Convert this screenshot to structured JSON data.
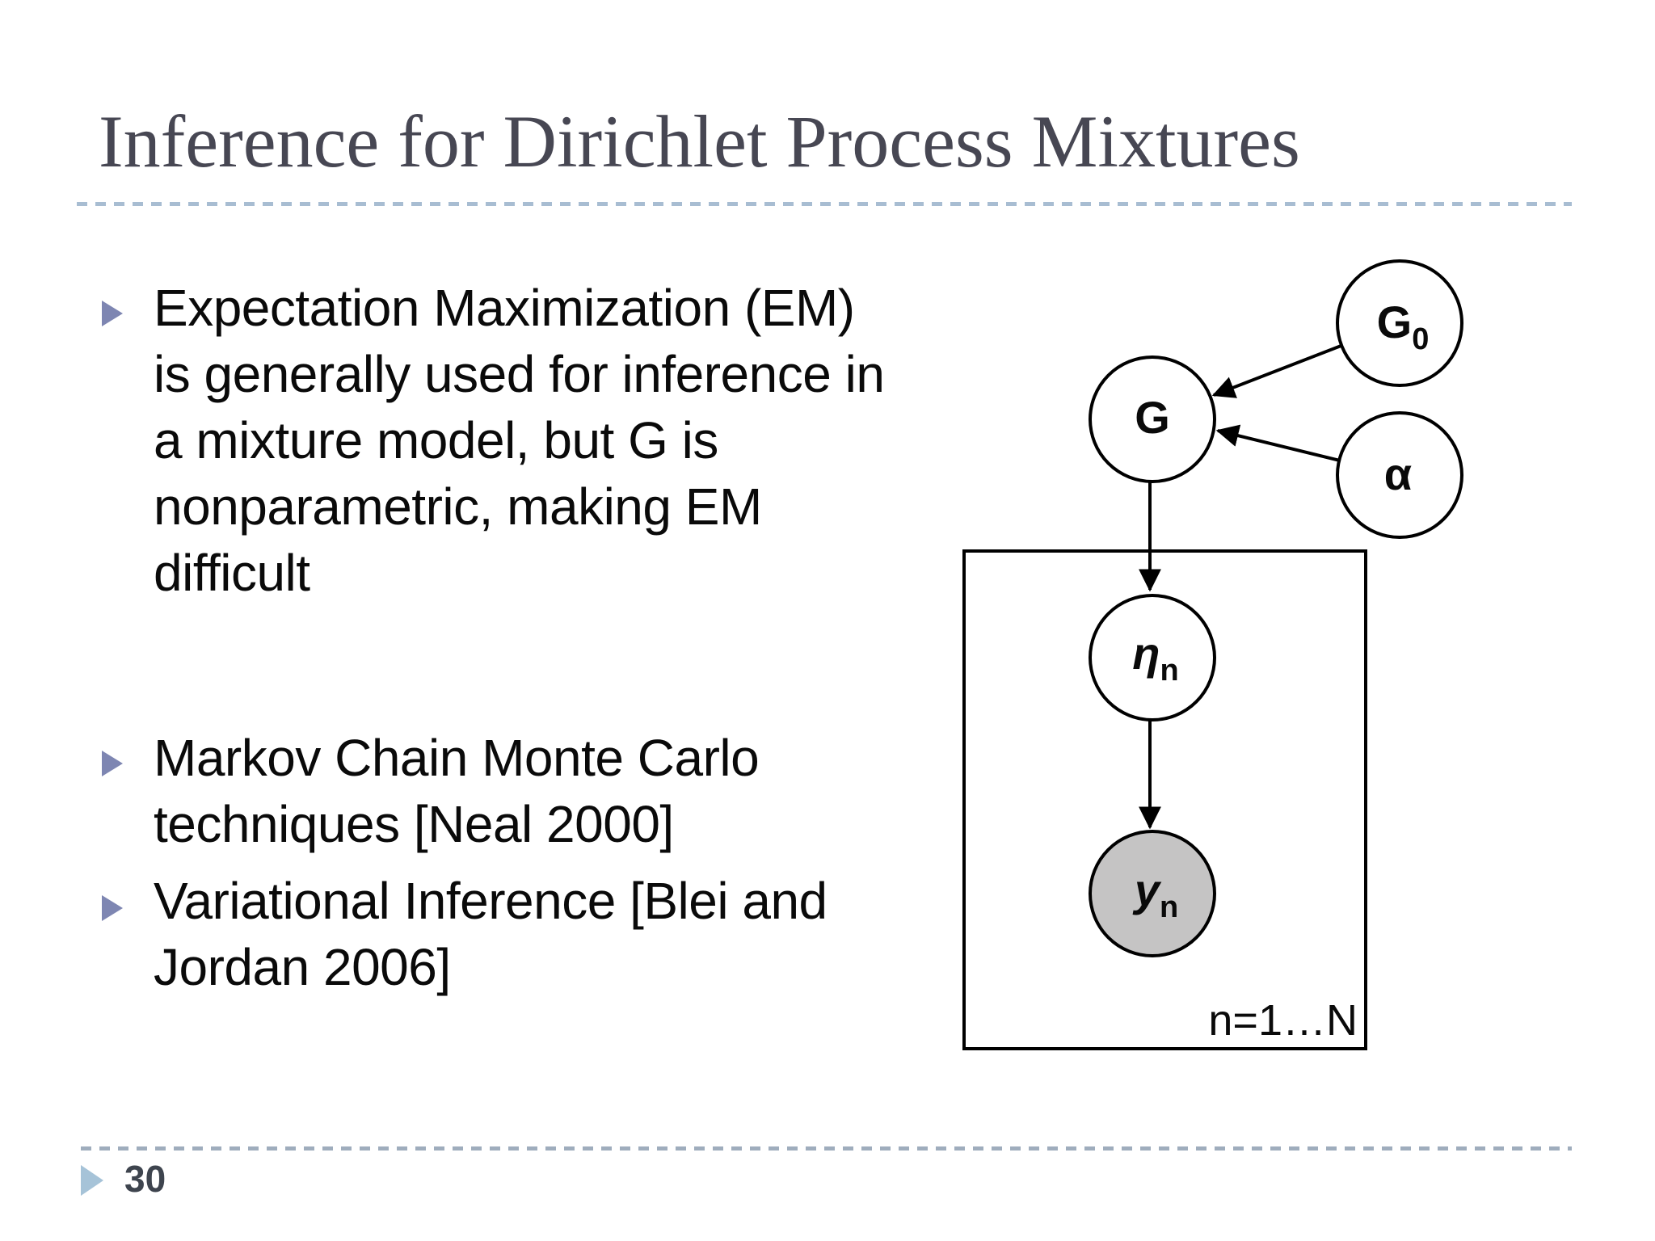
{
  "slide": {
    "title": "Inference for Dirichlet Process Mixtures",
    "bullets": [
      "Expectation Maximization (EM)\nis generally used for inference in\na mixture model, but G is\nnonparametric, making EM\ndifficult",
      "Markov Chain Monte Carlo\ntechniques [Neal 2000]",
      "Variational Inference [Blei and\nJordan 2006]"
    ],
    "page_number": "30"
  },
  "diagram": {
    "type": "graphical-model-plate-notation",
    "node_g0": {
      "main": "G",
      "sub": "0"
    },
    "node_alpha": {
      "main": "α",
      "sub": ""
    },
    "node_g": {
      "main": "G",
      "sub": ""
    },
    "node_eta": {
      "main": "η",
      "sub": "n"
    },
    "node_y": {
      "main": "y",
      "sub": "n"
    },
    "plate_label": "n=1…N",
    "edges": [
      "G0 → G",
      "α → G",
      "G → ηn",
      "ηn → yn"
    ],
    "observed_node": "yn"
  },
  "colors": {
    "title_text": "#474753",
    "body_text": "#0a0a0a",
    "bullet_marker": "#7e86b2",
    "title_rule": "#a8bdd2",
    "footer_rule": "#9fadbd",
    "footer_marker": "#a6c3d8",
    "page_number": "#3e444e",
    "observed_node_fill": "#c5c4c4",
    "diagram_stroke": "#000000"
  }
}
